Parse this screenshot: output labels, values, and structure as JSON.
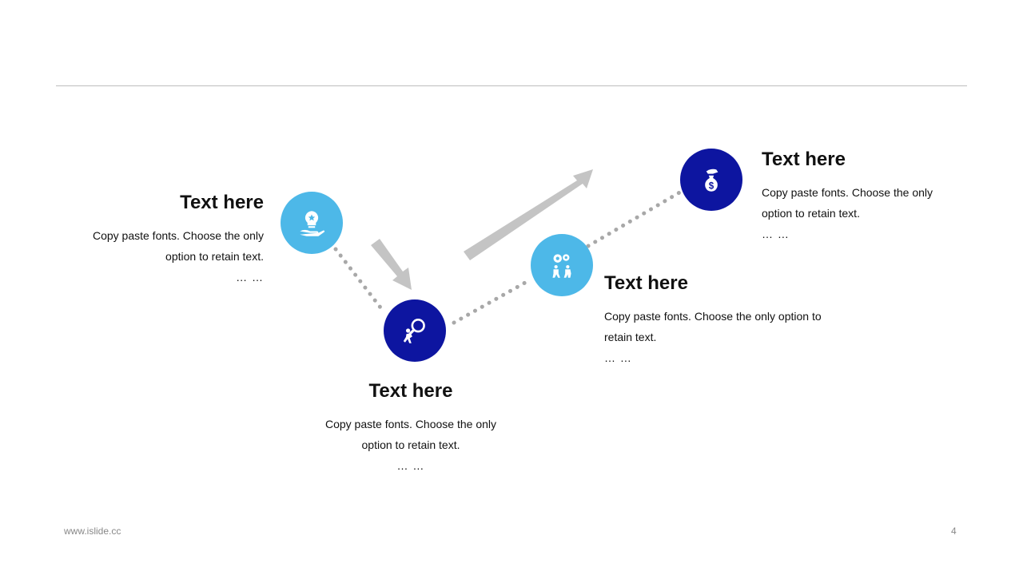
{
  "steps": [
    {
      "title": "Text here",
      "desc": "Copy paste fonts. Choose the only option to retain text.",
      "ellipsis": "… …",
      "icon": "lightbulb-hand-icon",
      "color": "#4db8e8"
    },
    {
      "title": "Text here",
      "desc": "Copy paste fonts. Choose the only option to retain text.",
      "ellipsis": "… …",
      "icon": "magnifier-person-icon",
      "color": "#0d15a0"
    },
    {
      "title": "Text here",
      "desc": "Copy paste fonts. Choose the only option to retain text.",
      "ellipsis": "… …",
      "icon": "gears-people-icon",
      "color": "#4db8e8"
    },
    {
      "title": "Text here",
      "desc": "Copy paste fonts. Choose the only option to retain text.",
      "ellipsis": "… …",
      "icon": "money-bag-hand-icon",
      "color": "#0d15a0"
    }
  ],
  "colors": {
    "light_blue": "#4db8e8",
    "dark_blue": "#0d15a0",
    "arrow_gray": "#c4c4c4",
    "dot_gray": "#a8a8a8"
  },
  "footer": {
    "website": "www.islide.cc",
    "page_number": "4"
  }
}
